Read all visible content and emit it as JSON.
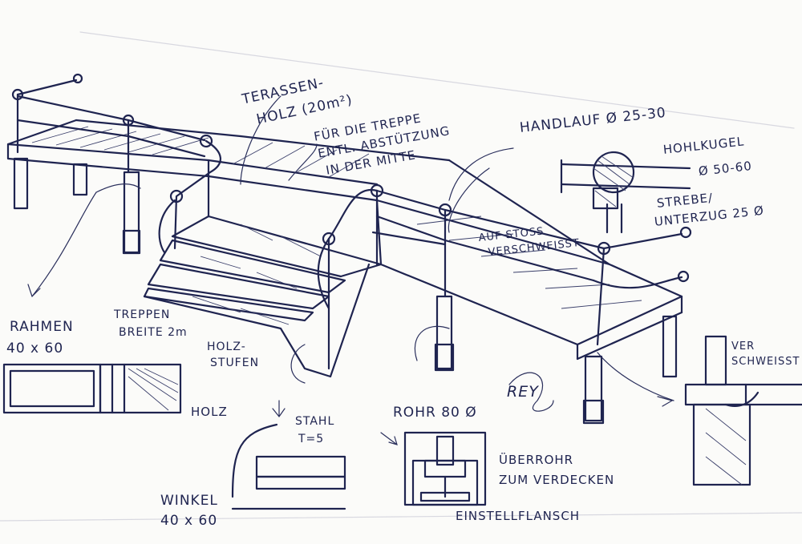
{
  "labels": {
    "terrasse_1": "TERASSEN-",
    "terrasse_2": "HOLZ (20m²)",
    "treppe_1": "FÜR DIE TREPPE",
    "treppe_2": "ENTL. ABSTÜTZUNG",
    "treppe_3": "IN DER MITTE",
    "handlauf": "HANDLAUF Ø 25-30",
    "hohlkugel_1": "HOHLKUGEL",
    "hohlkugel_2": "Ø 50-60",
    "strebe_1": "STREBE/",
    "strebe_2": "UNTERZUG 25 Ø",
    "aufstoss_1": "AUF STOSS",
    "aufstoss_2": "VERSCHWEISST",
    "rahmen_1": "RAHMEN",
    "rahmen_2": "40 x 60",
    "treppen_1": "TREPPEN",
    "treppen_2": "BREITE 2m",
    "holzstufen_1": "HOLZ-",
    "holzstufen_2": "STUFEN",
    "holz": "HOLZ",
    "stahl_1": "STAHL",
    "stahl_2": "T=5",
    "rohr": "ROHR 80 Ø",
    "ueberrohr_1": "ÜBERROHR",
    "ueberrohr_2": "ZUM VERDECKEN",
    "einstellflansch": "EINSTELLFLANSCH",
    "winkel_1": "WINKEL",
    "winkel_2": "40 x 60",
    "verschweisst_1": "VER",
    "verschweisst_2": "SCHWEISST",
    "signature": "REY"
  },
  "colors": {
    "ink": "#1f2450",
    "paper": "#fbfbf9"
  }
}
